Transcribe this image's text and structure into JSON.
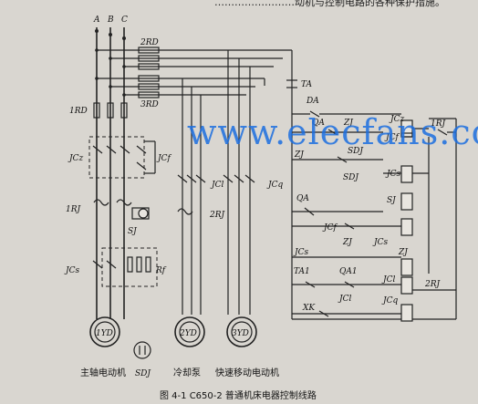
{
  "header_fragment": "……………………动机与控制电路的各种保护措施。",
  "watermark": "www.elecfans.com",
  "caption": "图 4-1   C650-2 普通机床电器控制线路",
  "labels": {
    "phase_a": "A",
    "phase_b": "B",
    "phase_c": "C",
    "fuse_2rd": "2RD",
    "fuse_3rd": "3RD",
    "fuse_1rd": "1RD",
    "contactor_jcz": "JCz",
    "contactor_jcf": "JCf",
    "relay_1rj": "1RJ",
    "relay_2rj": "2RJ",
    "contactor_jcs": "JCs",
    "contactor_jcl": "JCl",
    "contactor_jcq": "JCq",
    "relay_sj": "SJ",
    "resistor_rf": "Rf",
    "switch_ta": "TA",
    "button_da": "DA",
    "button_qa": "QA",
    "relay_zj": "ZJ",
    "switch_sdj": "SDJ",
    "button_xk": "XK",
    "button_ta1": "TA1",
    "button_qa1": "QA1",
    "coil_jcz": "JCz",
    "coil_jcf": "JCf",
    "coil_jcs": "JCs",
    "coil_zj": "ZJ",
    "coil_jcl": "JCl",
    "coil_jcq": "JCq",
    "motor_1yd": "1YD",
    "motor_2yd": "2YD",
    "motor_3yd": "3YD"
  },
  "motor_captions": {
    "main": "主轴电动机",
    "sdj": "SDJ",
    "coolant": "冷却泵",
    "rapid": "快速移动电动机"
  }
}
